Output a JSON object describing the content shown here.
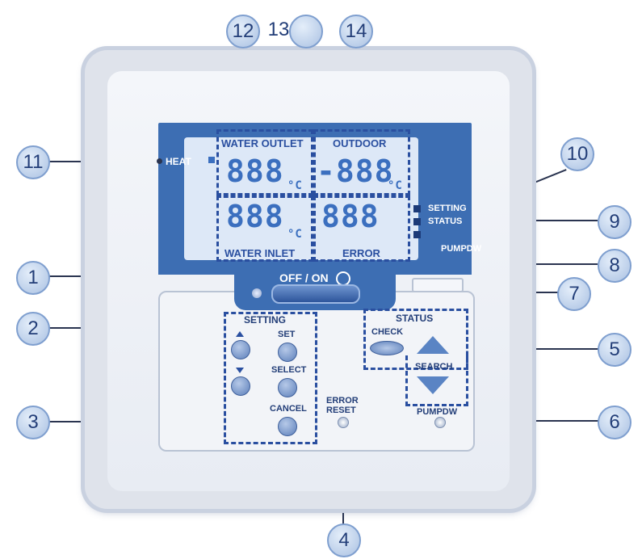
{
  "callouts": {
    "c1": "1",
    "c2": "2",
    "c3": "3",
    "c4": "4",
    "c5": "5",
    "c6": "6",
    "c7": "7",
    "c8": "8",
    "c9": "9",
    "c10": "10",
    "c11": "11",
    "c12": "12",
    "c13": "13",
    "c14": "14"
  },
  "display": {
    "heat": "HEAT",
    "water_outlet": "WATER OUTLET",
    "outdoor": "OUTDOOR",
    "water_inlet": "WATER INLET",
    "error": "ERROR",
    "outlet_digits": "888",
    "outdoor_digits": "-888",
    "inlet_digits": "888",
    "error_digits": "888",
    "unit_c": "°C",
    "setting": "SETTING",
    "status": "STATUS",
    "pumpdw": "PUMPDW"
  },
  "controls": {
    "off_on": "OFF / ON",
    "setting_title": "SETTING",
    "set": "SET",
    "select": "SELECT",
    "cancel": "CANCEL",
    "error_reset_1": "ERROR",
    "error_reset_2": "RESET",
    "status_title": "STATUS",
    "check": "CHECK",
    "search": "SEARCH",
    "pumpdw": "PUMPDW"
  }
}
